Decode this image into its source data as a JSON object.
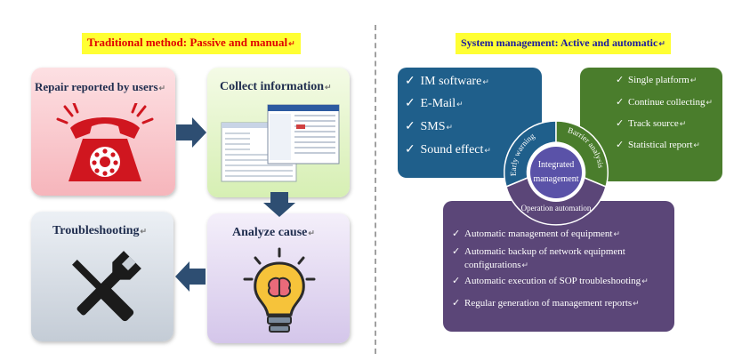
{
  "left": {
    "title": "Traditional method: Passive and manual",
    "cards": {
      "repair": "Repair reported by users",
      "collect": "Collect information",
      "analyze": "Analyze cause",
      "trouble": "Troubleshooting"
    }
  },
  "right": {
    "title": "System management: Active and automatic",
    "blue_items": [
      "IM software",
      "E-Mail",
      "SMS",
      "Sound effect"
    ],
    "green_items": [
      "Single platform",
      "Continue collecting",
      "Track source",
      "Statistical report"
    ],
    "purple_items": [
      "Automatic management of equipment",
      "Automatic backup of network equipment",
      "configurations",
      "Automatic execution of SOP troubleshooting",
      "Regular generation of management reports"
    ],
    "ring": {
      "center": [
        "Integrated",
        "management"
      ],
      "early": "Early warning",
      "barrier": "Barrier analysis",
      "operation": "Operation automation"
    }
  },
  "colors": {
    "title_bg": "#ffff33",
    "left_title": "#e00000",
    "right_title": "#1a1aa0",
    "blue": "#1f5f8b",
    "green": "#4a7d2c",
    "purple": "#5b4678",
    "arrow": "#2e4e72"
  },
  "icons": [
    "telephone-icon",
    "screenshot-icon",
    "lightbulb-brain-icon",
    "wrench-screwdriver-icon",
    "checkmark-icon",
    "return-mark-icon"
  ]
}
